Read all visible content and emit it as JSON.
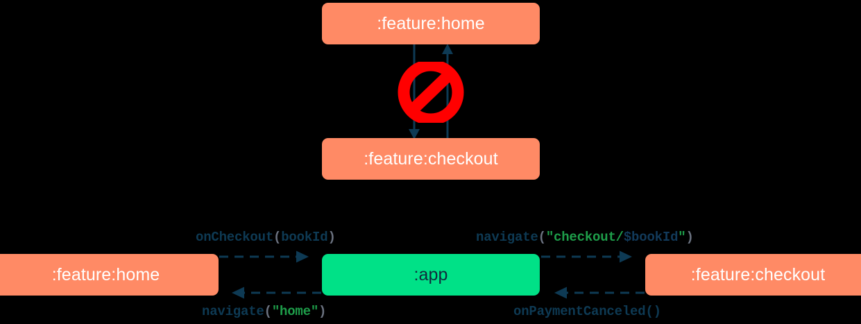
{
  "diagram": {
    "title": "Module navigation dependency diagram",
    "colors": {
      "module": "#FF8A65",
      "app": "#00E187",
      "edge": "#0E3A54",
      "forbidden": "#FF0000",
      "background": "#000000",
      "string": "#1E9E4A",
      "punct": "#6B7280"
    },
    "top_section": {
      "nodes": {
        "home": "  :feature:home",
        "checkout": "  :feature:checkout"
      },
      "forbidden_icon": "no-entry-icon",
      "edges": [
        {
          "name": "home-to-checkout",
          "direction": "down",
          "style": "solid",
          "allowed": false
        },
        {
          "name": "checkout-to-home",
          "direction": "up",
          "style": "solid",
          "allowed": false
        }
      ]
    },
    "bottom_section": {
      "nodes": {
        "home": "  :feature:home",
        "app": "  :app",
        "checkout": "  :feature:checkout"
      },
      "edges": [
        {
          "name": "home-to-app",
          "direction": "right",
          "style": "dashed",
          "label": {
            "fn": "onCheckout",
            "open": "(",
            "arg": "bookId",
            "close": ")"
          }
        },
        {
          "name": "app-to-checkout",
          "direction": "right",
          "style": "dashed",
          "label": {
            "fn": "navigate",
            "open": "(",
            "quote_open": "\"",
            "str": "checkout/",
            "var": "$bookId",
            "quote_close": "\"",
            "close": ")"
          }
        },
        {
          "name": "app-to-home",
          "direction": "left",
          "style": "dashed",
          "label": {
            "fn": "navigate",
            "open": "(",
            "quote_open": "\"",
            "str": "home",
            "quote_close": "\"",
            "close": ")"
          }
        },
        {
          "name": "checkout-to-app",
          "direction": "left",
          "style": "dashed",
          "label": {
            "fn": "onPaymentCanceled",
            "open": "(",
            "arg": "",
            "close": ")"
          }
        }
      ]
    }
  }
}
